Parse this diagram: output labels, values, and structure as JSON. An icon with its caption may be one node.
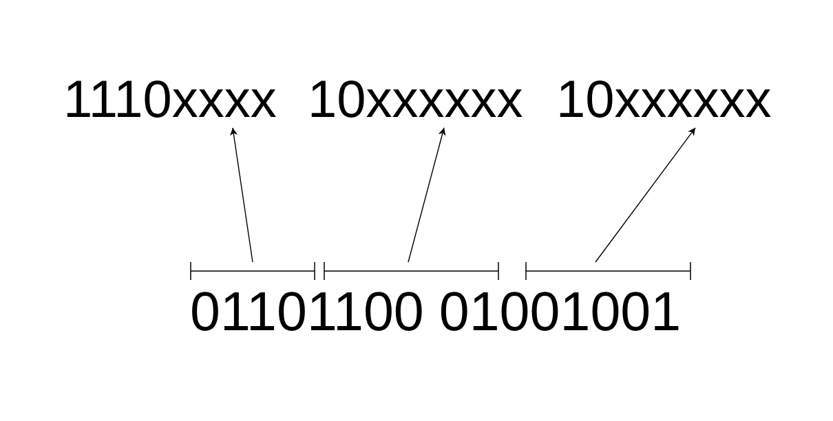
{
  "diagram": {
    "nodes": [
      {
        "text": [
          "1110xxxx"
        ]
      },
      {
        "text": [
          "10xxxxxx"
        ]
      },
      {
        "text": [
          "10xxxxxx"
        ]
      },
      {
        "text": [],
        "shape": "bracket"
      },
      {
        "text": [],
        "shape": "bracket"
      },
      {
        "text": [],
        "shape": "bracket"
      }
    ],
    "edges": [
      {
        "from": 3,
        "to": 0,
        "arrow": "to"
      },
      {
        "from": 4,
        "to": 1,
        "arrow": "to"
      },
      {
        "from": 5,
        "to": 2,
        "arrow": "to"
      }
    ],
    "labels": [
      "01101100 01001001"
    ]
  }
}
